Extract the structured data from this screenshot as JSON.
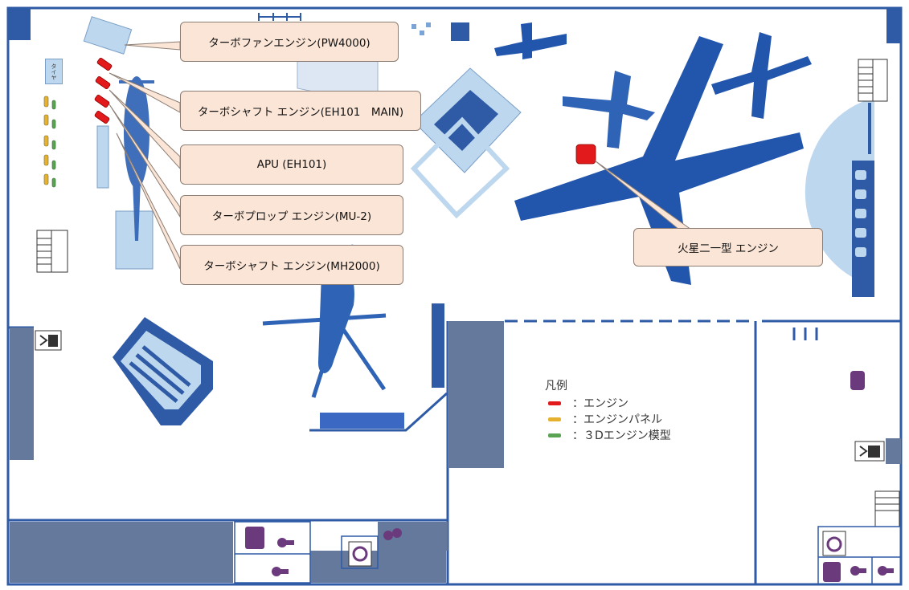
{
  "callouts": {
    "pw4000": "ターボファンエンジン(PW4000)",
    "eh101_main": "ターボシャフト エンジン(EH101　MAIN)",
    "apu": "APU (EH101)",
    "mu2": "ターボプロップ エンジン(MU-2)",
    "mh2000": "ターボシャフト エンジン(MH2000)",
    "kasei": "火星二一型 エンジン"
  },
  "tire_label": "タイヤ",
  "legend": {
    "title": "凡例",
    "items": [
      {
        "label": "：エンジン",
        "color": "#e31a1c"
      },
      {
        "label": "：エンジンパネル",
        "color": "#e6b12e"
      },
      {
        "label": "：３Dエンジン模型",
        "color": "#5aa352"
      }
    ]
  },
  "colors": {
    "wall": "#2e5aa6",
    "aircraft": "#2f63b5",
    "aircraft_dark": "#1f4fa3",
    "room": "#65799c",
    "panel_light": "#bdd7ee",
    "engine_red": "#e31a1c",
    "icon_purple": "#6b3a7d"
  }
}
